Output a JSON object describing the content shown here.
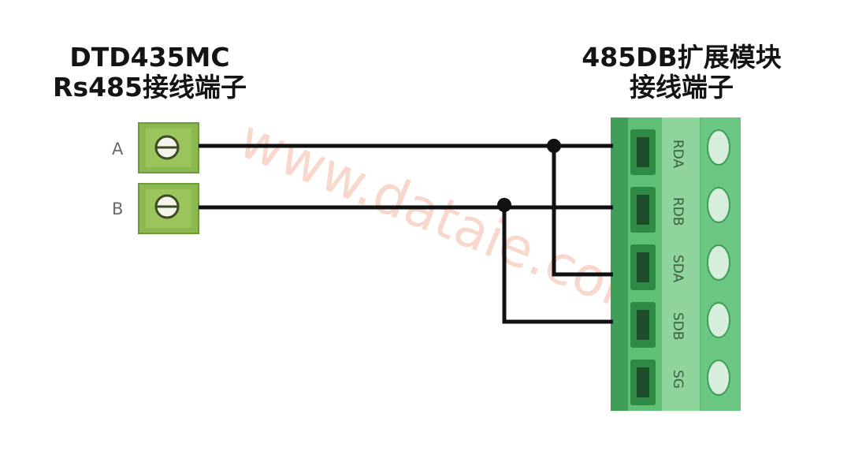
{
  "left_block": {
    "title_line1": "DTD435MC",
    "title_line2": "Rs485接线端子",
    "terminals": [
      "A",
      "B"
    ]
  },
  "right_block": {
    "title_line1": "485DB扩展模块",
    "title_line2": "接线端子",
    "pins": [
      "RDA",
      "RDB",
      "SDA",
      "SDB",
      "SG"
    ]
  },
  "watermark": "www.dataie.com",
  "colors": {
    "terminal_green": "#8db84f",
    "module_green": "#5fbf75",
    "wire": "#111111",
    "watermark": "#f3b7a3"
  }
}
